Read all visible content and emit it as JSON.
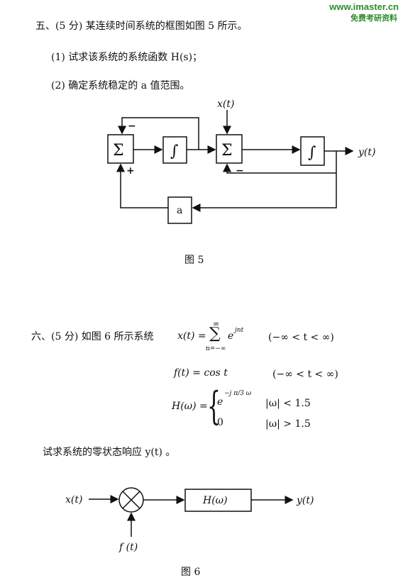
{
  "watermark": {
    "site": "www.imaster.cn",
    "slogan": "免费考研资料"
  },
  "q5": {
    "heading": "五、(5 分) 某连续时间系统的框图如图 5 所示。",
    "part1": "(1) 试求该系统的系统函数 H(s)；",
    "part2": "(2) 确定系统稳定的 a 值范围。",
    "fig_caption": "图  5",
    "diagram": {
      "input_label": "x(t)",
      "output_label": "y(t)",
      "sum_symbol": "Σ",
      "integrator_symbol": "∫",
      "gain_label": "a",
      "sign_minus": "−",
      "sign_plus": "+"
    }
  },
  "q6": {
    "heading": "六、(5 分) 如图 6 所示系统",
    "x_def_lhs": "x(t) = ",
    "x_def_sum_top": "∞",
    "x_def_sum_bottom": "n=−∞",
    "x_def_term": "e",
    "x_def_exp": "jnt",
    "x_range": "(−∞ < t < ∞)",
    "f_def": "f(t) = cos t",
    "f_range": "(−∞ < t < ∞)",
    "H_lhs": "H(ω) =",
    "H_case1_expr": "e",
    "H_case1_exp": "−j π/3 ω",
    "H_case1_cond": "|ω| < 1.5",
    "H_case2_expr": "0",
    "H_case2_cond": "|ω| > 1.5",
    "question": "试求系统的零状态响应 y(t) 。",
    "diagram": {
      "input_label": "x(t)",
      "carrier_label": "f (t)",
      "filter_label": "H(ω)",
      "output_label": "y(t)",
      "mult_symbol": "×"
    },
    "fig_caption": "图   6"
  }
}
